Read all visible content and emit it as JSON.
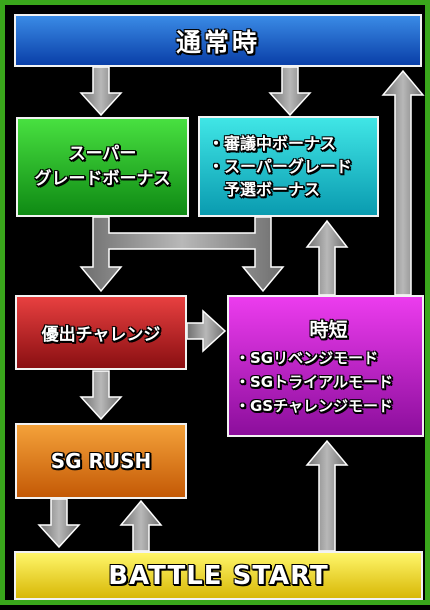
{
  "nodes": {
    "normal": "通常時",
    "super_grade_bonus": [
      "スーパー",
      "グレードボーナス"
    ],
    "bonus_list": [
      "・審議中ボーナス",
      "・スーパーグレード",
      "予選ボーナス"
    ],
    "yushutsu_challenge": "優出チャレンジ",
    "jitan": {
      "title": "時短",
      "modes": [
        "・SGリベンジモード",
        "・SGトライアルモード",
        "・GSチャレンジモード"
      ]
    },
    "sg_rush": "SG RUSH",
    "battle_start": "BATTLE START"
  },
  "colors": {
    "border": "#3aa71c",
    "background": "#000000",
    "arrow": "#8a8a8a",
    "normal": "#1a5cc8",
    "super_grade_bonus": "#22b82a",
    "bonus_list": "#1ac0cc",
    "yushutsu_challenge": "#c81e22",
    "jitan": "#bb22c4",
    "sg_rush": "#e07a12",
    "battle_start": "#f0dc2a"
  }
}
